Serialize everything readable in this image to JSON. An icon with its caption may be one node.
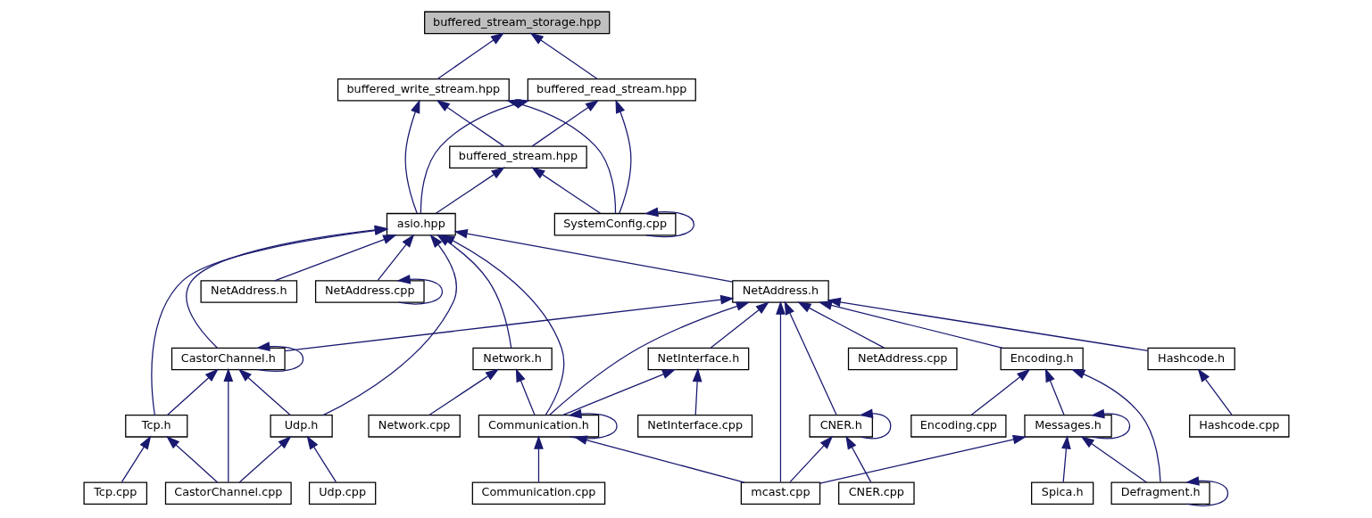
{
  "diagram": {
    "nodes": [
      {
        "text": [
          "buffered_stream_storage.hpp"
        ]
      },
      {
        "text": [
          "buffered_write_stream.hpp"
        ]
      },
      {
        "text": [
          "buffered_read_stream.hpp"
        ]
      },
      {
        "text": [
          "buffered_stream.hpp"
        ]
      },
      {
        "text": [
          "asio.hpp"
        ]
      },
      {
        "text": [
          "SystemConfig.cpp"
        ]
      },
      {
        "text": [
          "Network.h"
        ]
      },
      {
        "text": [
          "NetAddress.h"
        ]
      },
      {
        "text": [
          "NetAddress.h"
        ]
      },
      {
        "text": [
          "NetAddress.cpp"
        ]
      },
      {
        "text": [
          "CastorChannel.h"
        ]
      },
      {
        "text": [
          "Network.cpp"
        ]
      },
      {
        "text": [
          "NetAddress.cpp"
        ]
      },
      {
        "text": [
          "NetInterface.h"
        ]
      },
      {
        "text": [
          "CNER.h"
        ]
      },
      {
        "text": [
          "Encoding.h"
        ]
      },
      {
        "text": [
          "Hashcode.h"
        ]
      },
      {
        "text": [
          "Tcp.h"
        ]
      },
      {
        "text": [
          "Udp.h"
        ]
      },
      {
        "text": [
          "Communication.h"
        ]
      },
      {
        "text": [
          "NetInterface.cpp"
        ]
      },
      {
        "text": [
          "CNER.cpp"
        ]
      },
      {
        "text": [
          "Messages.h"
        ]
      },
      {
        "text": [
          "Encoding.cpp"
        ]
      },
      {
        "text": [
          "Hashcode.cpp"
        ]
      },
      {
        "text": [
          "Tcp.cpp"
        ]
      },
      {
        "text": [
          "CastorChannel.cpp"
        ]
      },
      {
        "text": [
          "Udp.cpp"
        ]
      },
      {
        "text": [
          "Communication.cpp"
        ]
      },
      {
        "text": [
          "mcast.cpp"
        ]
      },
      {
        "text": [
          "Spica.h"
        ]
      },
      {
        "text": [
          "Defragment.h"
        ]
      }
    ],
    "edges": [
      {
        "from": 1,
        "to": 0,
        "arrow": "to"
      },
      {
        "from": 2,
        "to": 0,
        "arrow": "to"
      },
      {
        "from": 3,
        "to": 1,
        "arrow": "to"
      },
      {
        "from": 4,
        "to": 1,
        "arrow": "to"
      },
      {
        "from": 5,
        "to": 1,
        "arrow": "to"
      },
      {
        "from": 3,
        "to": 2,
        "arrow": "to"
      },
      {
        "from": 4,
        "to": 2,
        "arrow": "to"
      },
      {
        "from": 5,
        "to": 2,
        "arrow": "to"
      },
      {
        "from": 4,
        "to": 3,
        "arrow": "to"
      },
      {
        "from": 5,
        "to": 3,
        "arrow": "to"
      },
      {
        "from": 5,
        "to": 5,
        "arrow": "to"
      },
      {
        "from": 6,
        "to": 4,
        "arrow": "to"
      },
      {
        "from": 7,
        "to": 4,
        "arrow": "to"
      },
      {
        "from": 8,
        "to": 4,
        "arrow": "to"
      },
      {
        "from": 9,
        "to": 4,
        "arrow": "to"
      },
      {
        "from": 10,
        "to": 4,
        "arrow": "to"
      },
      {
        "from": 17,
        "to": 4,
        "arrow": "to"
      },
      {
        "from": 18,
        "to": 4,
        "arrow": "to"
      },
      {
        "from": 19,
        "to": 4,
        "arrow": "to"
      },
      {
        "from": 9,
        "to": 9,
        "arrow": "to"
      },
      {
        "from": 11,
        "to": 6,
        "arrow": "to"
      },
      {
        "from": 19,
        "to": 6,
        "arrow": "to"
      },
      {
        "from": 10,
        "to": 7,
        "arrow": "to"
      },
      {
        "from": 12,
        "to": 7,
        "arrow": "to"
      },
      {
        "from": 13,
        "to": 7,
        "arrow": "to"
      },
      {
        "from": 14,
        "to": 7,
        "arrow": "to"
      },
      {
        "from": 15,
        "to": 7,
        "arrow": "to"
      },
      {
        "from": 16,
        "to": 7,
        "arrow": "to"
      },
      {
        "from": 19,
        "to": 7,
        "arrow": "to"
      },
      {
        "from": 29,
        "to": 7,
        "arrow": "to"
      },
      {
        "from": 10,
        "to": 10,
        "arrow": "to"
      },
      {
        "from": 17,
        "to": 10,
        "arrow": "to"
      },
      {
        "from": 18,
        "to": 10,
        "arrow": "to"
      },
      {
        "from": 26,
        "to": 10,
        "arrow": "to"
      },
      {
        "from": 19,
        "to": 13,
        "arrow": "to"
      },
      {
        "from": 20,
        "to": 13,
        "arrow": "to"
      },
      {
        "from": 14,
        "to": 14,
        "arrow": "to"
      },
      {
        "from": 21,
        "to": 14,
        "arrow": "to"
      },
      {
        "from": 29,
        "to": 14,
        "arrow": "to"
      },
      {
        "from": 22,
        "to": 15,
        "arrow": "to"
      },
      {
        "from": 23,
        "to": 15,
        "arrow": "to"
      },
      {
        "from": 31,
        "to": 15,
        "arrow": "to"
      },
      {
        "from": 24,
        "to": 16,
        "arrow": "to"
      },
      {
        "from": 25,
        "to": 17,
        "arrow": "to"
      },
      {
        "from": 26,
        "to": 17,
        "arrow": "to"
      },
      {
        "from": 26,
        "to": 18,
        "arrow": "to"
      },
      {
        "from": 27,
        "to": 18,
        "arrow": "to"
      },
      {
        "from": 19,
        "to": 19,
        "arrow": "to"
      },
      {
        "from": 28,
        "to": 19,
        "arrow": "to"
      },
      {
        "from": 29,
        "to": 19,
        "arrow": "to"
      },
      {
        "from": 22,
        "to": 22,
        "arrow": "to"
      },
      {
        "from": 29,
        "to": 22,
        "arrow": "to"
      },
      {
        "from": 30,
        "to": 22,
        "arrow": "to"
      },
      {
        "from": 31,
        "to": 22,
        "arrow": "to"
      },
      {
        "from": 31,
        "to": 31,
        "arrow": "to"
      }
    ]
  }
}
